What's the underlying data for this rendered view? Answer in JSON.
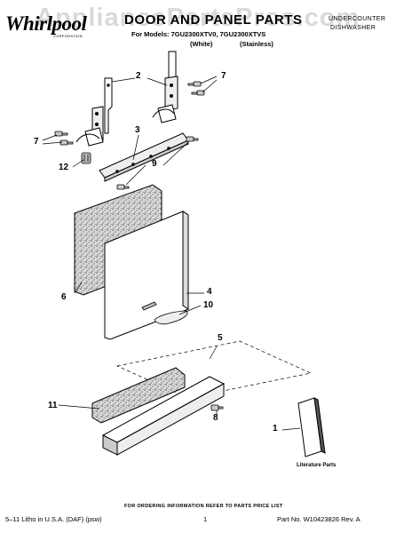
{
  "header": {
    "watermark": "AppliancePartsPros.com",
    "brand": "Whirlpool",
    "brand_sub": "CORPORATION",
    "title": "DOOR AND PANEL PARTS",
    "models": "For Models: 7GU2300XTV0, 7GU2300XTVS",
    "variant_white": "(White)",
    "variant_stainless": "(Stainless)",
    "category_line1": "UNDERCOUNTER",
    "category_line2": "DISHWASHER"
  },
  "callouts": [
    {
      "id": "1",
      "label": "1"
    },
    {
      "id": "2",
      "label": "2"
    },
    {
      "id": "3",
      "label": "3"
    },
    {
      "id": "4",
      "label": "4"
    },
    {
      "id": "5",
      "label": "5"
    },
    {
      "id": "6",
      "label": "6"
    },
    {
      "id": "7a",
      "label": "7"
    },
    {
      "id": "7b",
      "label": "7"
    },
    {
      "id": "8",
      "label": "8"
    },
    {
      "id": "9",
      "label": "9"
    },
    {
      "id": "10",
      "label": "10"
    },
    {
      "id": "11",
      "label": "11"
    },
    {
      "id": "12",
      "label": "12"
    }
  ],
  "literature_label": "Literature Parts",
  "footer": {
    "note": "FOR ORDERING INFORMATION REFER TO PARTS PRICE LIST",
    "left": "5–11 Litho in U.S.A. (DAF) (psw)",
    "page": "1",
    "right": "Part No. W10423826 Rev. A"
  }
}
